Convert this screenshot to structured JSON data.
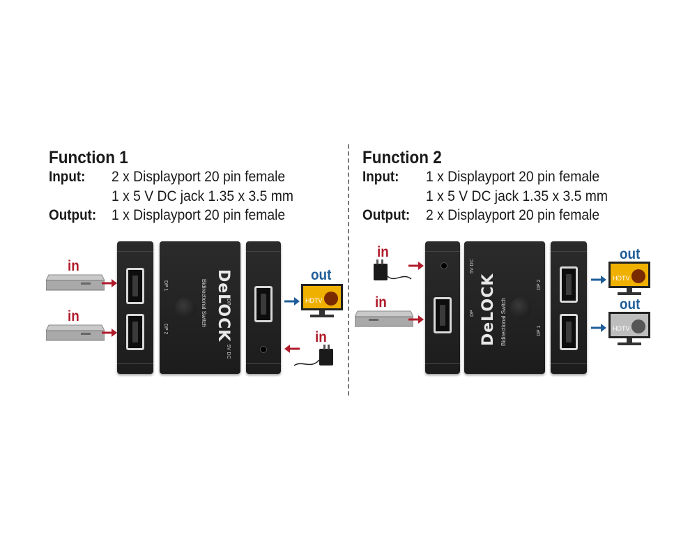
{
  "functions": [
    {
      "title": "Function 1",
      "input_label": "Input:",
      "input_lines": [
        "2 x Displayport 20 pin female",
        "1 x 5 V DC jack 1.35 x 3.5 mm"
      ],
      "output_label": "Output:",
      "output_lines": [
        "1 x Displayport 20 pin female"
      ],
      "in_labels": [
        "in",
        "in",
        "in"
      ],
      "out_labels": [
        "out"
      ]
    },
    {
      "title": "Function 2",
      "input_label": "Input:",
      "input_lines": [
        "1 x Displayport 20 pin female",
        "1 x 5 V DC jack 1.35 x 3.5 mm"
      ],
      "output_label": "Output:",
      "output_lines": [
        "2 x Displayport 20 pin female"
      ],
      "in_labels": [
        "in",
        "in"
      ],
      "out_labels": [
        "out",
        "out"
      ]
    }
  ],
  "device": {
    "brand": "DeLOCK",
    "subtitle": "Bidirectional Switch",
    "port_labels": [
      "DP 1",
      "DP 2",
      "DP",
      "5V DC"
    ]
  },
  "icons": [
    "laptop-icon",
    "power-adapter-icon",
    "hdtv-icon",
    "arrow-icon"
  ],
  "tv_screen_text": "HDTV",
  "colors": {
    "in": "#b01c2c",
    "out": "#1f5d99",
    "device": "#222222"
  }
}
